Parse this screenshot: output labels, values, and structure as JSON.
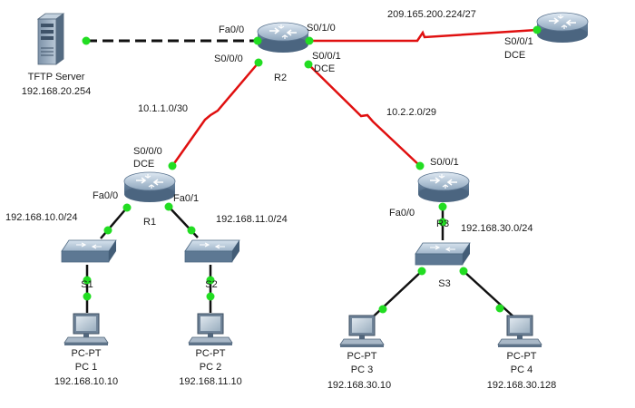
{
  "colors": {
    "serial_link": "#e01010",
    "ethernet_link": "#111111",
    "link_dot": "#22dd22"
  },
  "devices": {
    "tftp": {
      "icon": "server-icon",
      "name": "TFTP Server",
      "ip": "192.168.20.254"
    },
    "r2": {
      "icon": "router-icon",
      "name": "R2",
      "fa0_0": "Fa0/0",
      "s0_1_0": "S0/1/0",
      "s0_0_0": "S0/0/0",
      "s0_0_1": "S0/0/1",
      "dce": "DCE"
    },
    "isp": {
      "icon": "router-icon",
      "s0_0_1": "S0/0/1",
      "dce": "DCE"
    },
    "r1": {
      "icon": "router-icon",
      "name": "R1",
      "s0_0_0": "S0/0/0",
      "dce": "DCE",
      "fa0_0": "Fa0/0",
      "fa0_1": "Fa0/1"
    },
    "r3": {
      "icon": "router-icon",
      "name": "R3",
      "s0_0_1": "S0/0/1",
      "fa0_0": "Fa0/0"
    },
    "s1": {
      "icon": "switch-icon",
      "name": "S1"
    },
    "s2": {
      "icon": "switch-icon",
      "name": "S2"
    },
    "s3": {
      "icon": "switch-icon",
      "name": "S3"
    },
    "pc1": {
      "icon": "pc-icon",
      "type": "PC-PT",
      "name": "PC 1",
      "ip": "192.168.10.10"
    },
    "pc2": {
      "icon": "pc-icon",
      "type": "PC-PT",
      "name": "PC 2",
      "ip": "192.168.11.10"
    },
    "pc3": {
      "icon": "pc-icon",
      "type": "PC-PT",
      "name": "PC 3",
      "ip": "192.168.30.10"
    },
    "pc4": {
      "icon": "pc-icon",
      "type": "PC-PT",
      "name": "PC 4",
      "ip": "192.168.30.128"
    }
  },
  "networks": {
    "r2_isp": "209.165.200.224/27",
    "r1_r2": "10.1.1.0/30",
    "r2_r3": "10.2.2.0/29",
    "lan_r1_fa0_0": "192.168.10.0/24",
    "lan_r1_fa0_1": "192.168.11.0/24",
    "lan_r3": "192.168.30.0/24"
  }
}
